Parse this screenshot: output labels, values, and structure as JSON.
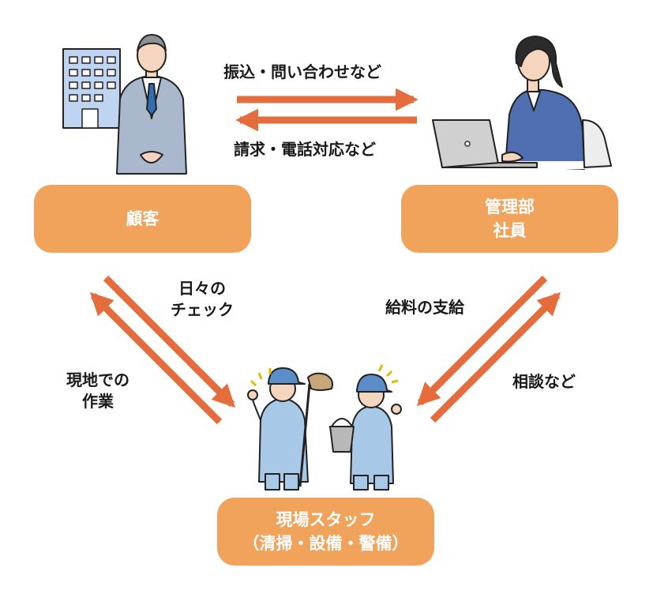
{
  "colors": {
    "box": "#F2A35B",
    "arrow": "#E56C3D",
    "text": "#1a1a1a"
  },
  "nodes": {
    "customer": {
      "label": "顧客"
    },
    "management": {
      "line1": "管理部",
      "line2": "社員"
    },
    "field": {
      "line1": "現場スタッフ",
      "line2": "（清掃・設備・警備）"
    }
  },
  "flows": {
    "top_right": "振込・問い合わせなど",
    "top_left": "請求・電話対応など",
    "left_down_line1": "日々の",
    "left_down_line2": "チェック",
    "left_up_line1": "現地での",
    "left_up_line2": "作業",
    "right_down": "給料の支給",
    "right_up": "相談など"
  },
  "icons": {
    "customer": "businessman-building-icon",
    "management": "woman-laptop-icon",
    "field": "cleaning-staff-icon"
  }
}
